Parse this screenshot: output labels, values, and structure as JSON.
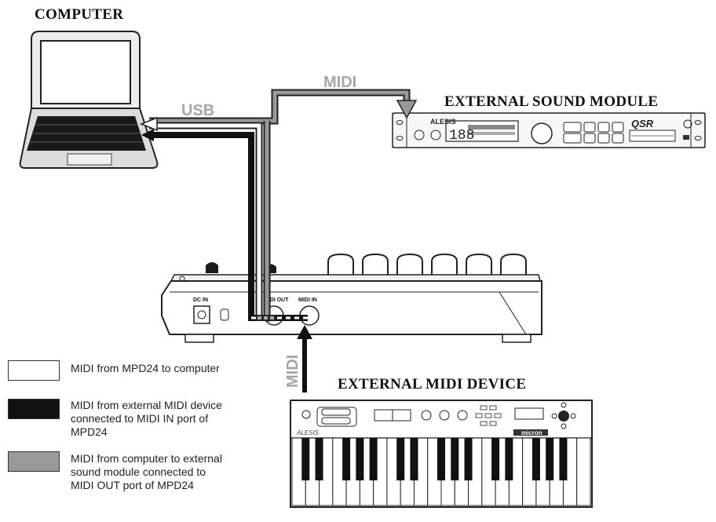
{
  "titles": {
    "computer": "COMPUTER",
    "sound_module": "EXTERNAL SOUND MODULE",
    "midi_device": "EXTERNAL MIDI DEVICE"
  },
  "cable_labels": {
    "usb": "USB",
    "midi_top": "MIDI",
    "midi_vertical": "MIDI"
  },
  "ports": {
    "dc_in": "DC IN",
    "midi_out": "MIDI OUT",
    "midi_in": "MIDI IN"
  },
  "brand_labels": {
    "module_brand": "ALESIS",
    "module_model": "QSR",
    "module_display": "188",
    "keyboard_brand": "ALESIS",
    "keyboard_model": "micron"
  },
  "legend": [
    {
      "text": "MIDI from MPD24 to computer",
      "swatch": "#ffffff"
    },
    {
      "text": "MIDI from external MIDI device connected to MIDI IN port of MPD24",
      "swatch": "#111111"
    },
    {
      "text": "MIDI from computer to external sound module connected to MIDI OUT port of MPD24",
      "swatch": "#999999"
    }
  ],
  "colors": {
    "white_cable": "#ffffff",
    "black_cable": "#111111",
    "gray_cable": "#999999",
    "label_gray": "#a6a6a6"
  }
}
